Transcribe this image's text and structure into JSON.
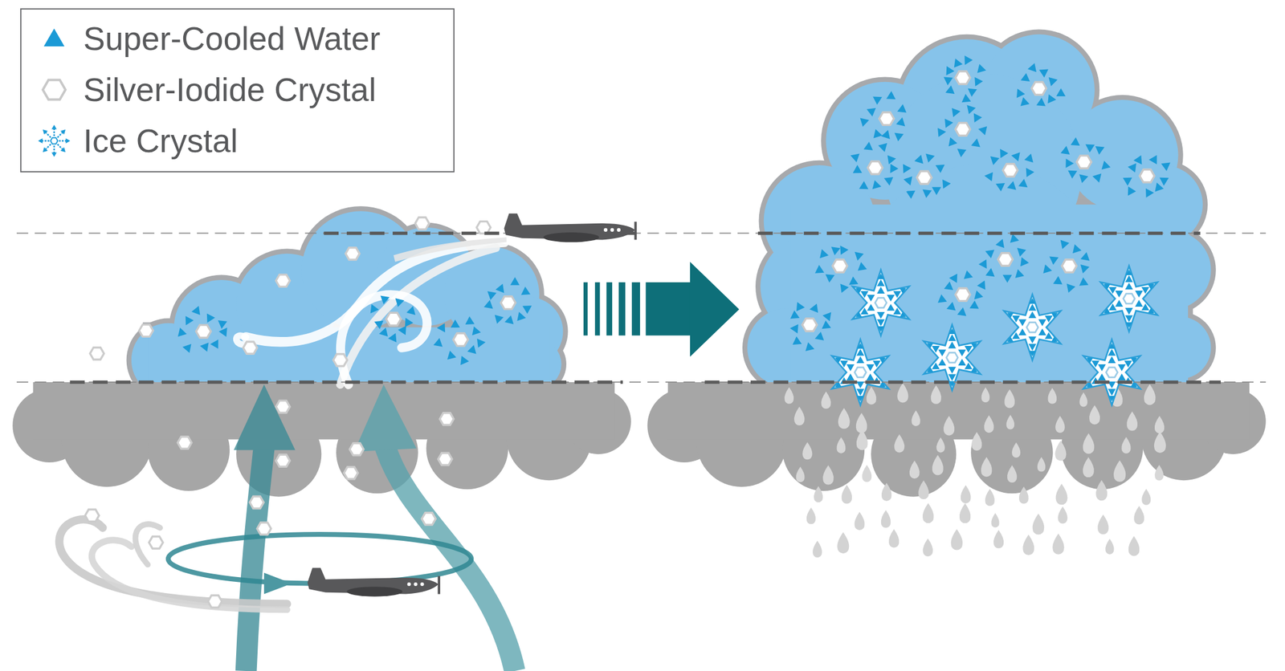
{
  "diagram": {
    "legend": [
      {
        "text": "Super-Cooled Water"
      },
      {
        "text": "Silver-Iodide Crystal"
      },
      {
        "text": "Ice Crystal"
      }
    ]
  }
}
